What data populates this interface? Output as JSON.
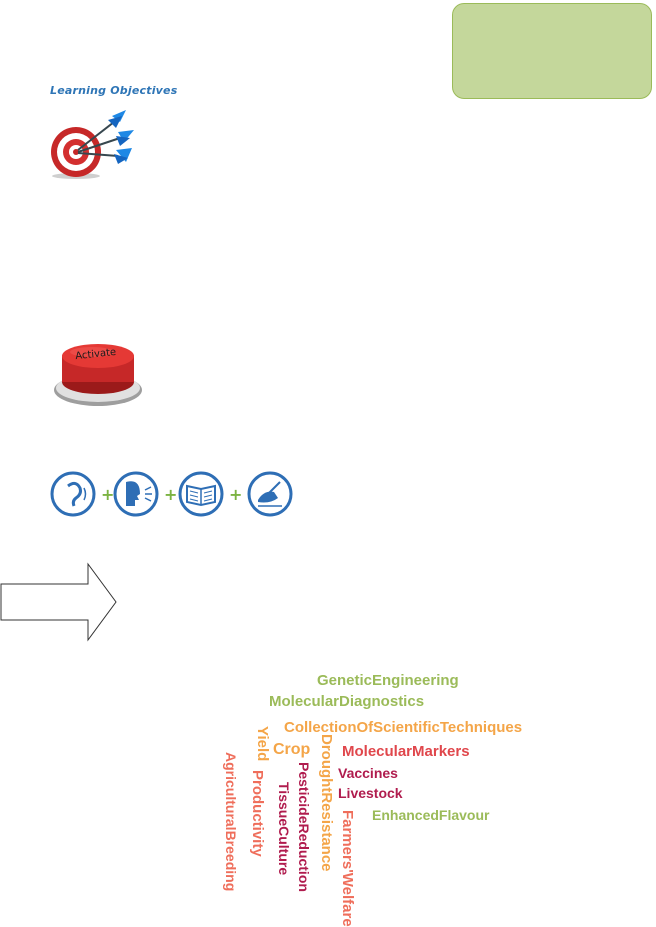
{
  "header": {
    "learning_objectives": "Learning Objectives"
  },
  "icons": {
    "target": "target-with-darts-icon",
    "activate_button": "Activate",
    "skills": [
      "listening-ear-icon",
      "speaking-head-icon",
      "reading-book-icon",
      "writing-hand-icon"
    ],
    "arrow": "right-arrow-icon"
  },
  "colors": {
    "green_box": "#c4d79b",
    "green_box_border": "#9bbb59",
    "title_blue": "#2e75b6",
    "skill_blue": "#2e6eb5",
    "plus_green": "#7cb342"
  },
  "word_cloud": {
    "genetic_engineering": "GeneticEngineering",
    "molecular_diagnostics": "MolecularDiagnostics",
    "collection": "CollectionOfScientificTechniques",
    "yield": "Yield",
    "crop": "Crop",
    "drought_resistance": "DroughtResistance",
    "molecular_markers": "MolecularMarkers",
    "agricultural_breeding": "AgriculturalBreeding",
    "productivity": "Productivity",
    "pesticide_reduction": "PesticideReduction",
    "vaccines": "Vaccines",
    "livestock": "Livestock",
    "tissue_culture": "TissueCulture",
    "farmers_welfare": "Farmers'Welfare",
    "enhanced_flavour": "EnhancedFlavour"
  }
}
